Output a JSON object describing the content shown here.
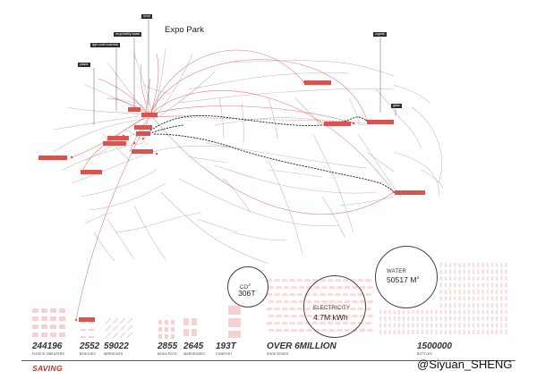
{
  "title": "Expo Park",
  "categories": {
    "wood": "wood",
    "recyclability_waste": "recyclability waste",
    "light_multi_materials": "light multi materials",
    "plastic": "plastic",
    "organic": "organic",
    "glass": "glass"
  },
  "circles": {
    "co2": {
      "label": "CO",
      "sub": "2",
      "value": "306T"
    },
    "electricity": {
      "label": "ELECTRICITY",
      "value": "4.7M kWh"
    },
    "water": {
      "label": "WATER",
      "value": "50517 M",
      "sup": "3"
    }
  },
  "stats": [
    {
      "value": "244196",
      "label": "FLEECE SWEATERS"
    },
    {
      "value": "2552",
      "label": "BENCHES"
    },
    {
      "value": "59022",
      "label": "WRENCHES"
    },
    {
      "value": "2855",
      "label": "MOKA POTS"
    },
    {
      "value": "2645",
      "label": "WARDROBES"
    },
    {
      "value": "193T",
      "label": "COMPOST"
    },
    {
      "value": "OVER 6MILLION",
      "label": "SHOE BOXES"
    },
    {
      "value": "1500000",
      "label": "BOTTLES"
    }
  ],
  "footer": {
    "section": "SAVING",
    "credit": "@Siyuan_SHENG"
  },
  "colors": {
    "accent": "#d9534f",
    "dark": "#2b2b2b",
    "road": "#b8b8b8"
  }
}
